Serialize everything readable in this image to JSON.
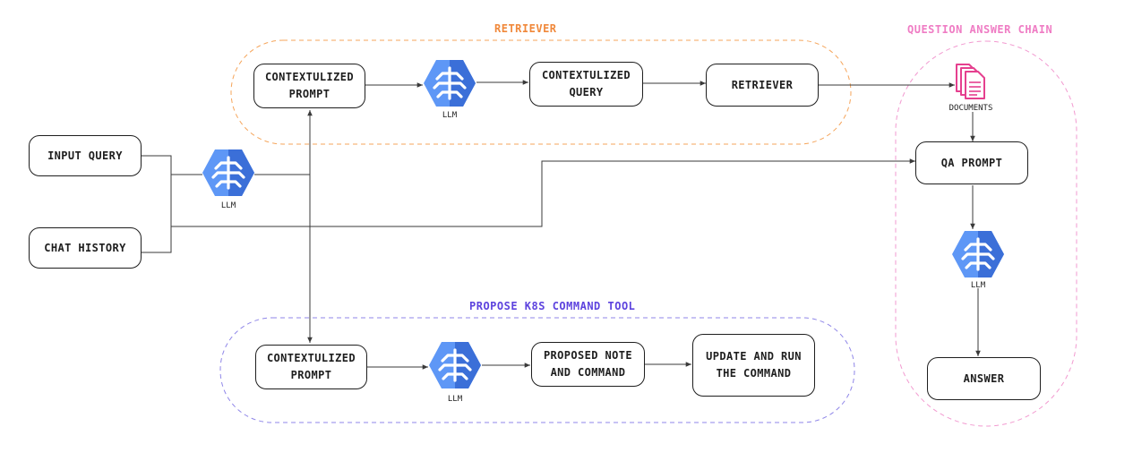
{
  "groups": {
    "retriever": "RETRIEVER",
    "qa_chain": "QUESTION ANSWER CHAIN",
    "k8s_tool": "PROPOSE K8S COMMAND TOOL"
  },
  "nodes": {
    "input_query": "INPUT QUERY",
    "chat_history": "CHAT HISTORY",
    "ctx_prompt_top": "CONTEXTULIZED\nPROMPT",
    "ctx_query": "CONTEXTULIZED\nQUERY",
    "retriever": "RETRIEVER",
    "qa_prompt": "QA PROMPT",
    "answer": "ANSWER",
    "ctx_prompt_bottom": "CONTEXTULIZED\nPROMPT",
    "proposed": "PROPOSED NOTE\nAND COMMAND",
    "update_run": "UPDATE AND RUN\nTHE COMMAND"
  },
  "llm_label": "LLM",
  "documents_label": "DOCUMENTS",
  "icons": {
    "llm": "brain-chip-icon",
    "documents": "documents-icon"
  },
  "colors": {
    "retriever_group": "#f5a55b",
    "qa_group": "#f29ad0",
    "k8s_group": "#8f86e8",
    "retriever_title": "#f0883a",
    "qa_title": "#ef7cc4",
    "k8s_title": "#5d43de",
    "llm_blue_light": "#5e97f6",
    "llm_blue_dark": "#3b6fd8",
    "documents_pink": "#e5408f",
    "edge": "#3a3a3a"
  }
}
